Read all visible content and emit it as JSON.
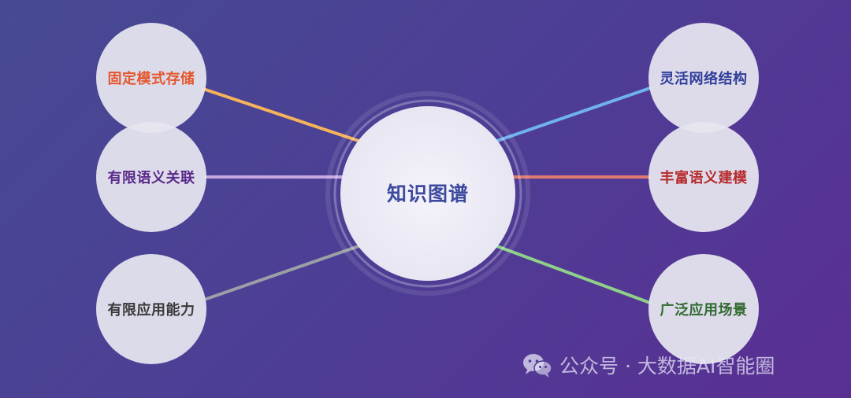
{
  "center": {
    "label": "知识图谱",
    "color": "#3d4a9f"
  },
  "left_nodes": [
    {
      "label": "固定模式存储",
      "text_color": "#e4572e",
      "line_color": "#f5b35c"
    },
    {
      "label": "有限语义关联",
      "text_color": "#5a2a8a",
      "line_color": "#c8a8e0"
    },
    {
      "label": "有限应用能力",
      "text_color": "#3a3a3a",
      "line_color": "#9aa0a6"
    }
  ],
  "right_nodes": [
    {
      "label": "灵活网络结构",
      "text_color": "#2f3f9a",
      "line_color": "#6fb2ee"
    },
    {
      "label": "丰富语义建模",
      "text_color": "#b52a2a",
      "line_color": "#e07a70"
    },
    {
      "label": "广泛应用场景",
      "text_color": "#2f6a2f",
      "line_color": "#8fd08a"
    }
  ],
  "watermark": {
    "icon": "wechat-icon",
    "text": "公众号 · 大数据AI智能圈"
  }
}
